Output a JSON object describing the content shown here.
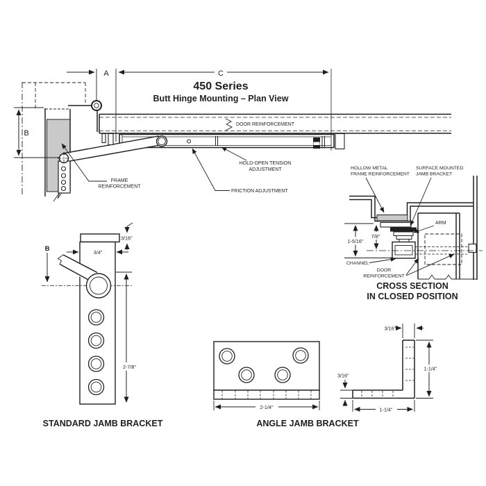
{
  "colors": {
    "line": "#1f1f1f",
    "reinforcement_gray": "#c9c9c9",
    "background": "#ffffff"
  },
  "plan_view": {
    "title": "450 Series",
    "subtitle": "Butt Hinge Mounting – Plan View",
    "dim_a": "A",
    "dim_b": "B",
    "dim_c": "C",
    "labels": {
      "door_reinforcement": "DOOR REINFORCEMENT",
      "frame_reinforcement_1": "FRAME",
      "frame_reinforcement_2": "REINFORCEMENT",
      "hold_open_1": "HOLD-OPEN TENSION",
      "hold_open_2": "ADJUSTMENT",
      "friction": "FRICTION ADJUSTMENT"
    }
  },
  "cross_section": {
    "title_1": "CROSS SECTION",
    "title_2": "IN CLOSED POSITION",
    "labels": {
      "hollow_metal_1": "HOLLOW METAL",
      "hollow_metal_2": "FRAME REINFORCEMENT",
      "surface_mounted_1": "SURFACE MOUNTED",
      "surface_mounted_2": "JAMB BRACKET",
      "arm": "ARM",
      "channel": "CHANNEL",
      "door_reinforcement_1": "DOOR",
      "door_reinforcement_2": "REINFORCEMENT"
    },
    "dims": {
      "overall": "1-5/16\"",
      "arm_height": "7/8\""
    }
  },
  "standard_bracket": {
    "caption": "STANDARD JAMB BRACKET",
    "dims": {
      "thickness": "3/16\"",
      "width": "3/4\"",
      "height": "2-7/8\"",
      "b": "B"
    }
  },
  "angle_bracket": {
    "caption": "ANGLE JAMB BRACKET",
    "dims": {
      "width": "2-1/4\"",
      "leg_thickness_top": "3/16\"",
      "leg_thickness_left": "3/16\"",
      "leg_vertical": "1-1/4\"",
      "leg_horizontal": "1-1/4\""
    }
  }
}
